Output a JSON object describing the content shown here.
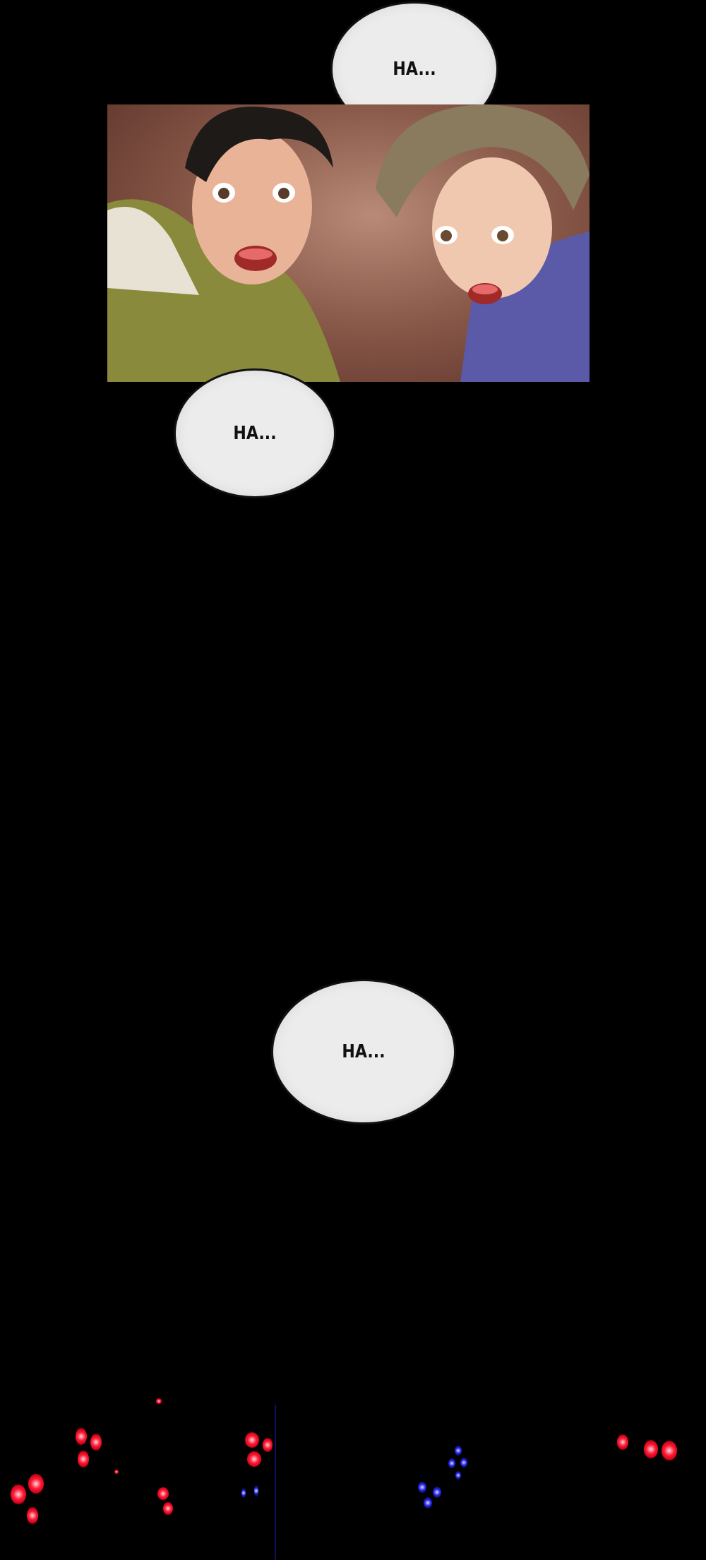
{
  "bubbles": [
    {
      "text": "HA..."
    },
    {
      "text": "HA..."
    },
    {
      "text": "HA..."
    }
  ],
  "colors": {
    "background": "#000000",
    "bubble": "#ececec",
    "eyes_red": "#ff1a33",
    "eyes_blue": "#2222ee"
  }
}
